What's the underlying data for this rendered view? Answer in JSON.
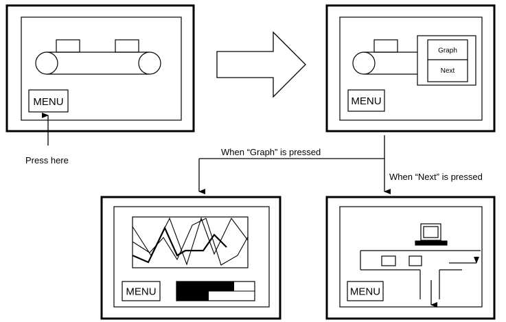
{
  "screen1": {
    "menu_label": "MENU"
  },
  "screen2": {
    "menu_label": "MENU",
    "popup": {
      "item1": "Graph",
      "item2": "Next"
    }
  },
  "screen3": {
    "menu_label": "MENU"
  },
  "screen4": {
    "menu_label": "MENU"
  },
  "annotations": {
    "press_here": "Press here",
    "when_graph": "When “Graph” is pressed",
    "when_next": "When “Next” is pressed"
  },
  "colors": {
    "line": "#000000",
    "background": "#ffffff"
  }
}
